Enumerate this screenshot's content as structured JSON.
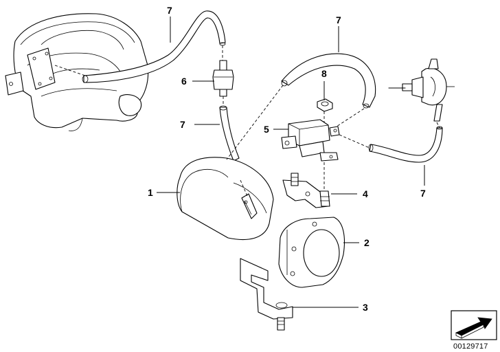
{
  "callouts": [
    {
      "id": "c7a",
      "label": "7"
    },
    {
      "id": "c7b",
      "label": "7"
    },
    {
      "id": "c6",
      "label": "6"
    },
    {
      "id": "c8",
      "label": "8"
    },
    {
      "id": "c7c",
      "label": "7"
    },
    {
      "id": "c5",
      "label": "5"
    },
    {
      "id": "c1",
      "label": "1"
    },
    {
      "id": "c4",
      "label": "4"
    },
    {
      "id": "c2",
      "label": "2"
    },
    {
      "id": "c7d",
      "label": "7"
    },
    {
      "id": "c3",
      "label": "3"
    }
  ],
  "reference_number": "00129717",
  "colors": {
    "line": "#000000",
    "background": "#ffffff"
  },
  "icons": {
    "corner": "arrow-box-icon"
  }
}
